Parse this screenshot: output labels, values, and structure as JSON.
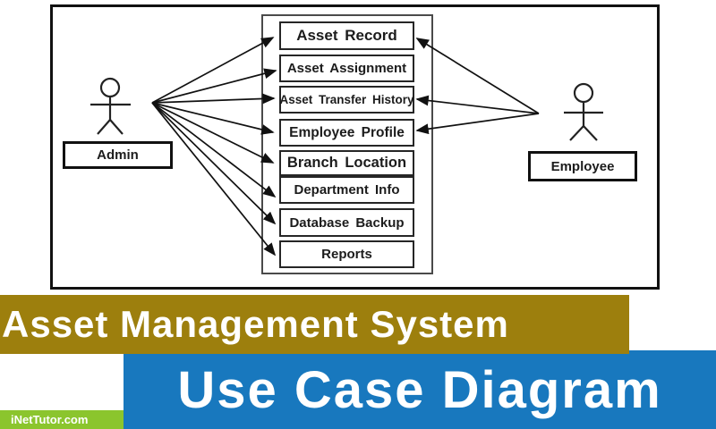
{
  "diagram": {
    "actors": [
      {
        "name": "Admin"
      },
      {
        "name": "Employee"
      }
    ],
    "usecases": [
      {
        "label": "Asset Record"
      },
      {
        "label": "Asset Assignment"
      },
      {
        "label": "Asset Transfer History"
      },
      {
        "label": "Employee Profile"
      },
      {
        "label": "Branch Location"
      },
      {
        "label": "Department Info"
      },
      {
        "label": "Database Backup"
      },
      {
        "label": "Reports"
      }
    ],
    "associations": {
      "admin": [
        "Asset Record",
        "Asset Assignment",
        "Asset Transfer History",
        "Employee Profile",
        "Branch Location",
        "Department Info",
        "Database Backup",
        "Reports"
      ],
      "employee": [
        "Asset Record",
        "Asset Transfer History",
        "Employee Profile"
      ]
    }
  },
  "banners": {
    "system_title": "Asset Management System",
    "diagram_type": "Use Case Diagram",
    "watermark": "iNetTutor.com"
  },
  "colors": {
    "banner_gold": "#9D7F0D",
    "banner_blue": "#1878BE",
    "strip_green": "#8BC52D",
    "line_black": "#111111"
  }
}
